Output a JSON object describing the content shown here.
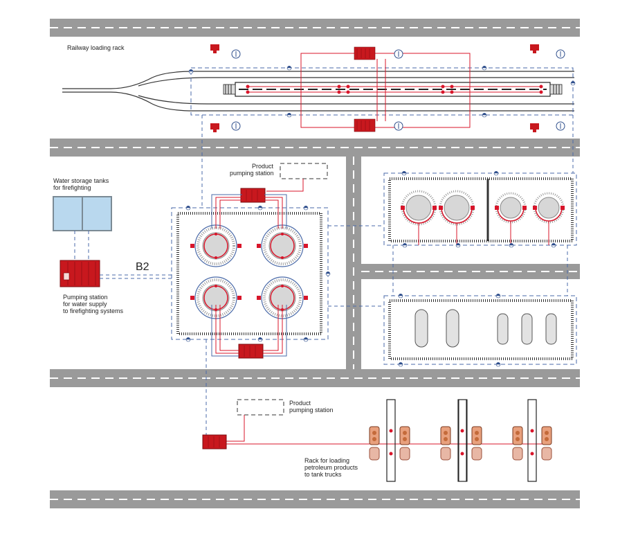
{
  "labels": {
    "railway_rack": "Railway loading rack",
    "product_pumping_top_1": "Product",
    "product_pumping_top_2": "pumping station",
    "water_tanks_1": "Water storage tanks",
    "water_tanks_2": "for firefighting",
    "b2": "B2",
    "pump_water_1": "Pumping station",
    "pump_water_2": "for water supply",
    "pump_water_3": "to firefighting systems",
    "product_pumping_bottom_1": "Product",
    "product_pumping_bottom_2": "pumping station",
    "truck_rack_1": "Rack for loading",
    "truck_rack_2": "petroleum products",
    "truck_rack_3": "to tank trucks"
  },
  "colors": {
    "road": "#9a9a9a",
    "road_marking": "#ffffff",
    "pipe_red": "#d8152a",
    "equipment_red": "#c8181e",
    "dashed_blue": "#4a6aa8",
    "tank_gray": "#d7d7d7",
    "glass": "#b9d8ee"
  },
  "icons": [
    "pump-station-icon",
    "fire-monitor-icon",
    "hydrant-icon",
    "storage-tank-icon",
    "tank-truck-icon",
    "rail-car-icon"
  ]
}
